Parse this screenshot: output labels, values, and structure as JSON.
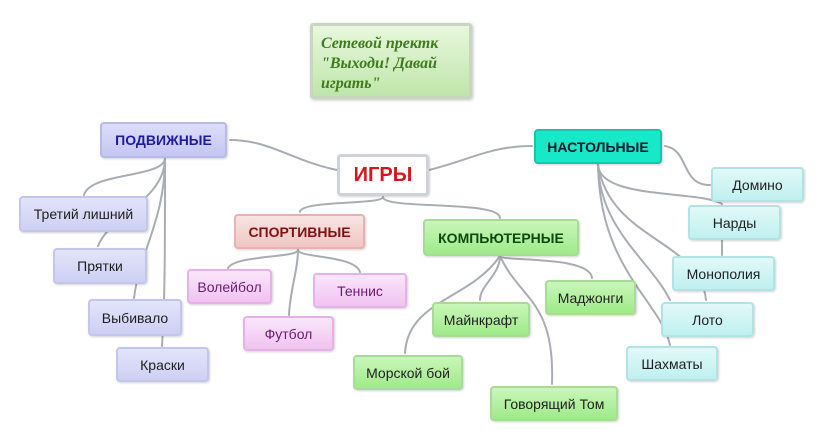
{
  "title": "Сетевой пректк\n\"Выходи! Давай\nиграть\"",
  "center": "ИГРЫ",
  "categories": {
    "mobile": "ПОДВИЖНЫЕ",
    "board": "НАСТОЛЬНЫЕ",
    "sport": "СПОРТИВНЫЕ",
    "computer": "КОМПЬЮТЕРНЫЕ"
  },
  "mobile_items": [
    "Третий лишний",
    "Прятки",
    "Выбивало",
    "Краски"
  ],
  "sport_items": [
    "Волейбол",
    "Футбол",
    "Теннис"
  ],
  "computer_items": [
    "Майнкрафт",
    "Маджонги",
    "Морской бой",
    "Говорящий Том"
  ],
  "board_items": [
    "Домино",
    "Нарды",
    "Монополия",
    "Лото",
    "Шахматы"
  ],
  "colors": {
    "connector": "#a8adb4",
    "center_text": "#d8141c",
    "title_text": "#3e7b1c",
    "mobile": "#c4c6f3",
    "sport": "#f0c6c4",
    "computer": "#9fea8a",
    "board": "#17e8c8"
  }
}
